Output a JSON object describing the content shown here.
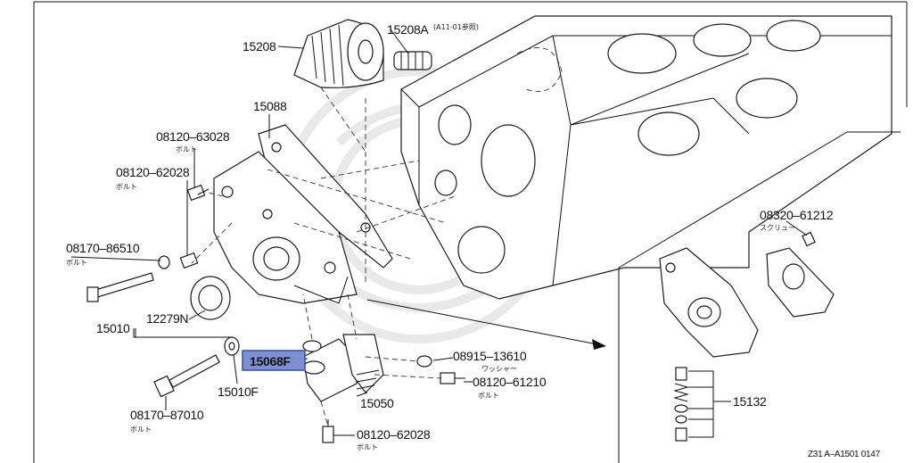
{
  "labels": {
    "p15208": "15208",
    "p15208A": "15208A",
    "p15208A_note": "(A11-01参照)",
    "p15088": "15088",
    "p08120_63028": "08120–63028",
    "p08120_62028_top": "08120–62028",
    "p08170_86510": "08170–86510",
    "p15010": "15010",
    "p12279N": "12279N",
    "p15068F": "15068F",
    "p15010F": "15010F",
    "p08170_87010": "08170–87010",
    "p15050": "15050",
    "p08915_13610": "08915–13610",
    "p08120_61210": "08120–61210",
    "p08120_62028_bot": "08120–62028",
    "p08320_61212": "08320–61212",
    "p15132": "15132",
    "footer_code": "Z31  A–A1501  0147"
  },
  "jp": {
    "bolt": "ボルト",
    "washer": "ワッシャー",
    "screw": "スクリュー"
  },
  "highlight_color": "#7d8fd0"
}
